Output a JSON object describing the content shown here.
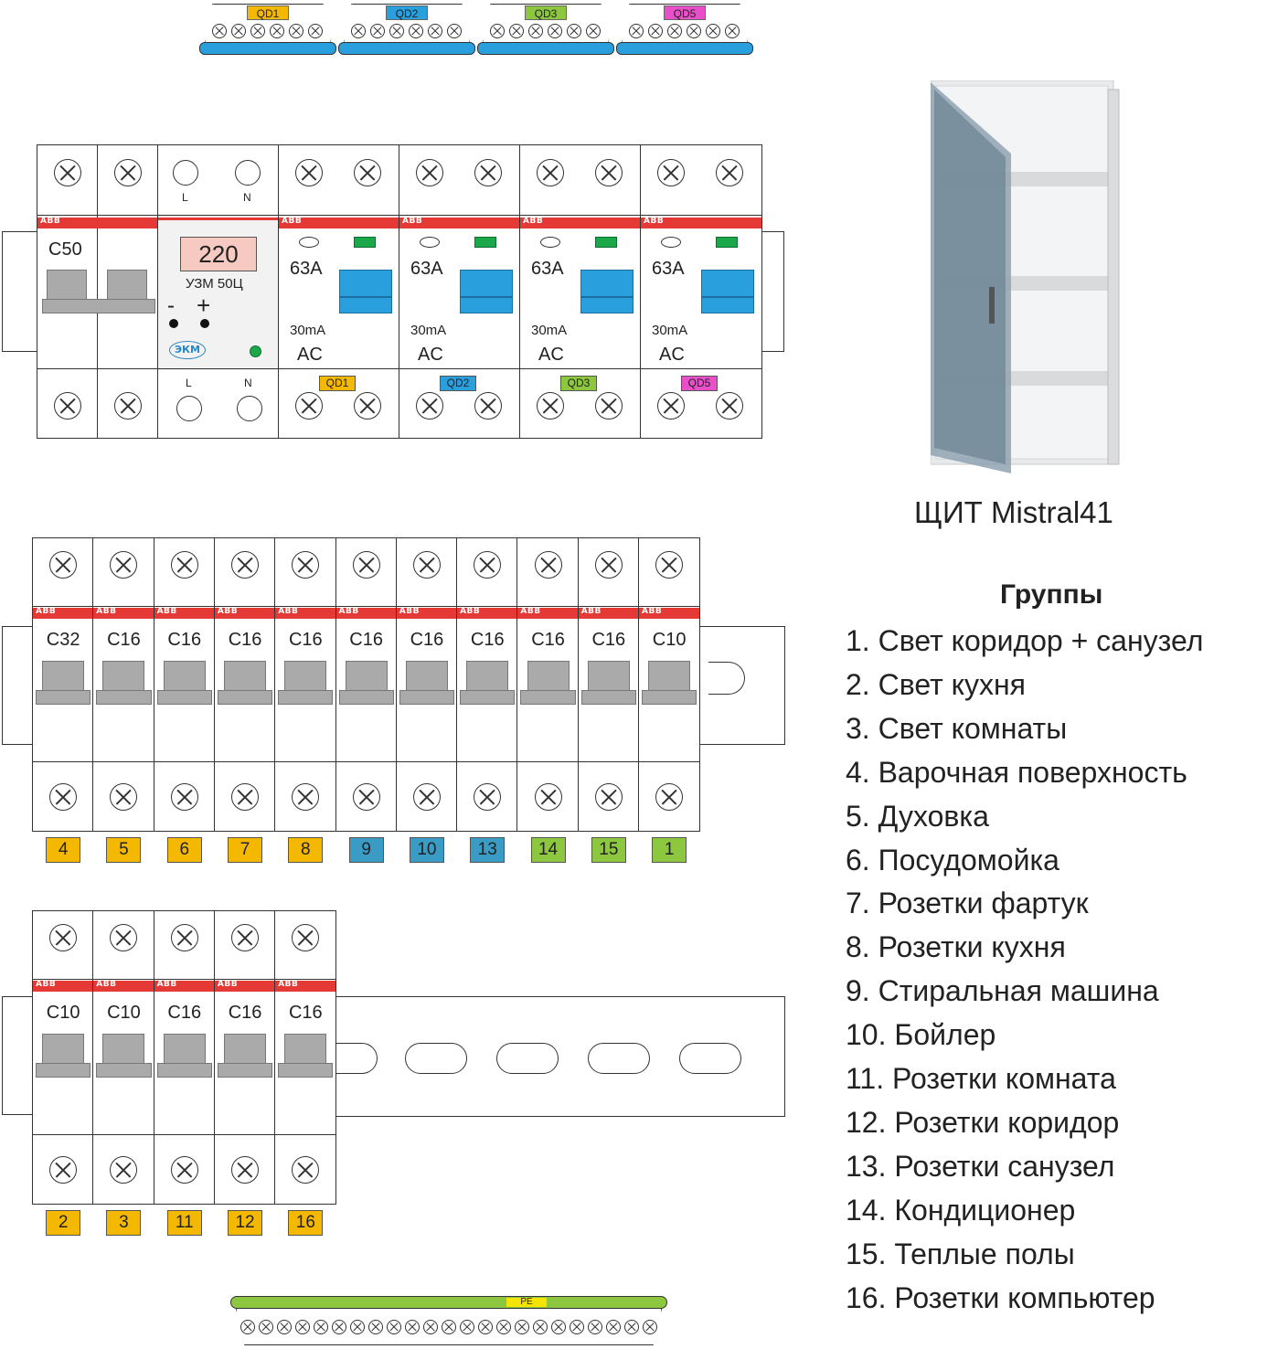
{
  "top_buses": [
    {
      "label": "QD1",
      "color": "#f5b800"
    },
    {
      "label": "QD2",
      "color": "#29a0dd"
    },
    {
      "label": "QD3",
      "color": "#8dc63f"
    },
    {
      "label": "QD5",
      "color": "#e94fc8"
    }
  ],
  "main_switch": {
    "rating": "C50"
  },
  "relay": {
    "display": "220",
    "model": "УЗМ 50Ц",
    "minus": "-",
    "plus": "+",
    "brand": "ЭКМ",
    "term_l": "L",
    "term_n": "N"
  },
  "rcds": [
    {
      "rating": "63A",
      "current": "30mA",
      "type": "AC",
      "label": "QD1",
      "color": "#f5b800"
    },
    {
      "rating": "63A",
      "current": "30mA",
      "type": "AC",
      "label": "QD2",
      "color": "#29a0dd"
    },
    {
      "rating": "63A",
      "current": "30mA",
      "type": "AC",
      "label": "QD3",
      "color": "#8dc63f"
    },
    {
      "rating": "63A",
      "current": "30mA",
      "type": "AC",
      "label": "QD5",
      "color": "#e94fc8"
    }
  ],
  "brand": "ABB",
  "row2_breakers": [
    {
      "rating": "C32",
      "group": "4",
      "color": "#f5b800"
    },
    {
      "rating": "C16",
      "group": "5",
      "color": "#f5b800"
    },
    {
      "rating": "C16",
      "group": "6",
      "color": "#f5b800"
    },
    {
      "rating": "C16",
      "group": "7",
      "color": "#f5b800"
    },
    {
      "rating": "C16",
      "group": "8",
      "color": "#f5b800"
    },
    {
      "rating": "C16",
      "group": "9",
      "color": "#3a9cc4"
    },
    {
      "rating": "C16",
      "group": "10",
      "color": "#3a9cc4"
    },
    {
      "rating": "C16",
      "group": "13",
      "color": "#3a9cc4"
    },
    {
      "rating": "C16",
      "group": "14",
      "color": "#8dc63f"
    },
    {
      "rating": "C16",
      "group": "15",
      "color": "#8dc63f"
    },
    {
      "rating": "C10",
      "group": "1",
      "color": "#8dc63f"
    }
  ],
  "row3_breakers": [
    {
      "rating": "C10",
      "group": "2",
      "color": "#f5b800"
    },
    {
      "rating": "C10",
      "group": "3",
      "color": "#f5b800"
    },
    {
      "rating": "C16",
      "group": "11",
      "color": "#f5b800"
    },
    {
      "rating": "C16",
      "group": "12",
      "color": "#f5b800"
    },
    {
      "rating": "C16",
      "group": "16",
      "color": "#f5b800"
    }
  ],
  "pe_bus": {
    "label": "PE",
    "color": "#8dc63f"
  },
  "cabinet_caption": "ЩИТ Mistral41",
  "groups_title": "Группы",
  "groups": [
    "1. Свет коридор + санузел",
    "2. Свет кухня",
    "3. Свет комнаты",
    "4. Варочная поверхность",
    "5. Духовка",
    "6. Посудомойка",
    "7. Розетки фартук",
    "8. Розетки кухня",
    "9. Стиральная машина",
    "10. Бойлер",
    "11. Розетки комната",
    "12. Розетки коридор",
    "13. Розетки санузел",
    "14. Кондиционер",
    "15. Теплые полы",
    "16. Розетки компьютер"
  ]
}
